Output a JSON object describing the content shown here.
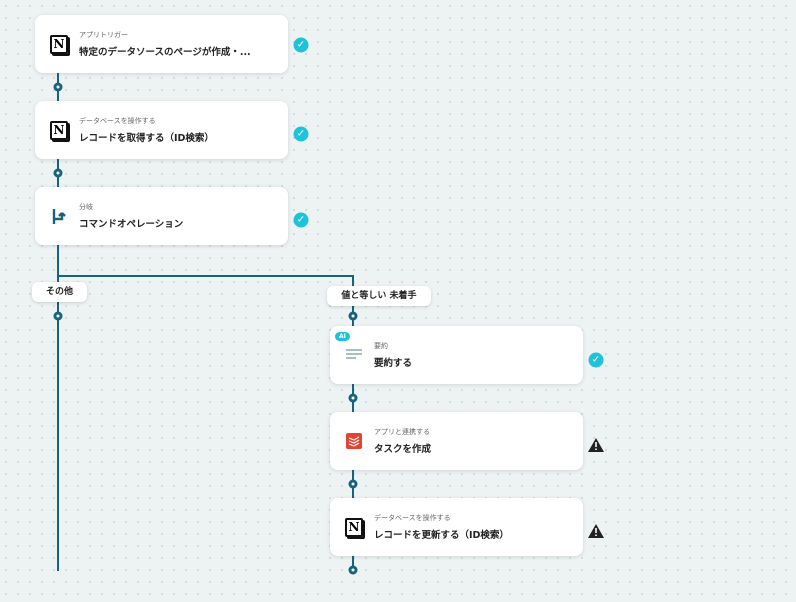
{
  "steps": [
    {
      "sub": "アプリトリガー",
      "title": "特定のデータソースのページが作成・...",
      "icon": "notion-icon",
      "status": "done"
    },
    {
      "sub": "データベースを操作する",
      "title": "レコードを取得する（ID検索）",
      "icon": "notion-icon",
      "status": "done"
    },
    {
      "sub": "分岐",
      "title": "コマンドオペレーション",
      "icon": "branch-icon",
      "status": "done"
    },
    {
      "sub": "要約",
      "title": "要約する",
      "icon": "summary-icon",
      "badge": "AI",
      "status": "done"
    },
    {
      "sub": "アプリと連携する",
      "title": "タスクを作成",
      "icon": "todoist-icon",
      "status": "warning"
    },
    {
      "sub": "データベースを操作する",
      "title": "レコードを更新する（ID検索）",
      "icon": "notion-icon",
      "status": "warning"
    }
  ],
  "branches": {
    "left": "その他",
    "right": "値と等しい 未着手"
  },
  "symbols": {
    "check": "✓",
    "warning": "!",
    "notion": "N"
  },
  "colors": {
    "line": "#17637d",
    "check": "#1fc3d9",
    "todoist": "#e44332"
  }
}
